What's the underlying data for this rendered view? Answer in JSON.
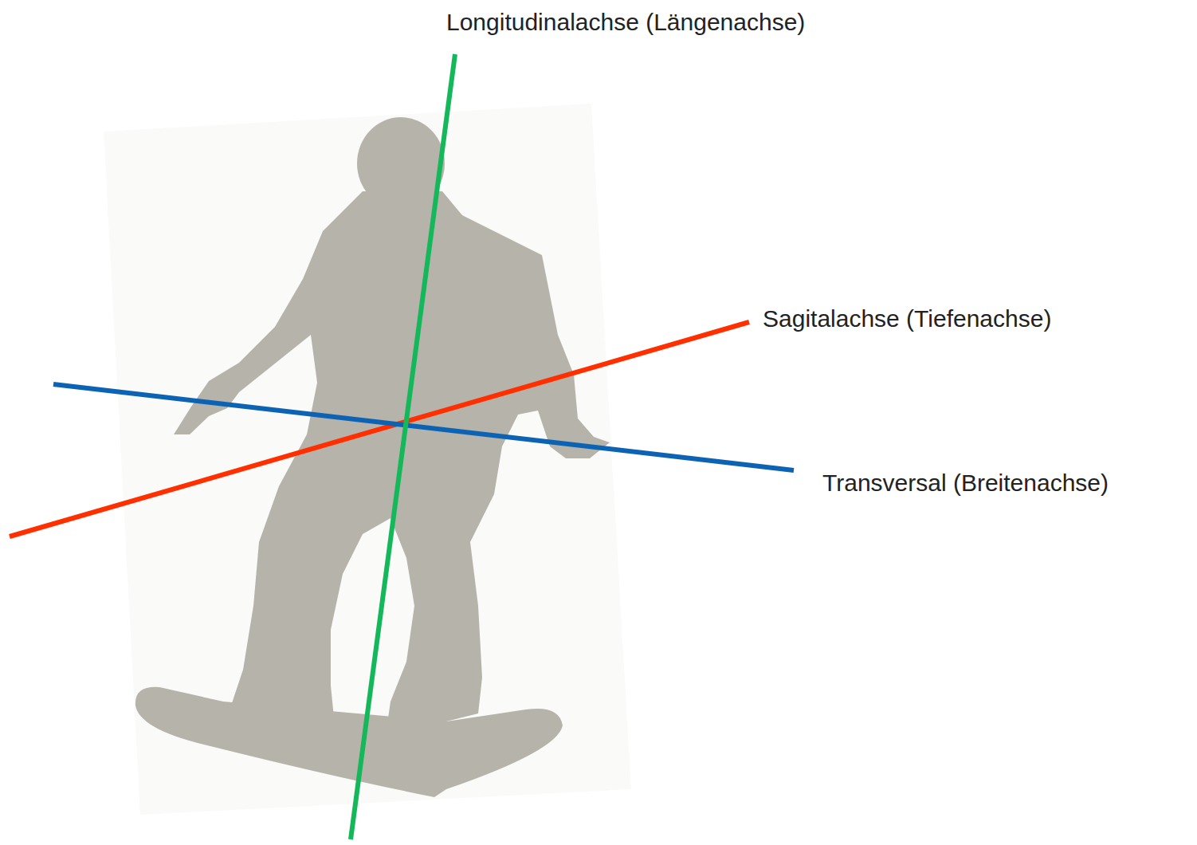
{
  "diagram": {
    "labels": [
      "Longitudinalachse (Längenachse)",
      "Sagitalachse (Tiefenachse)",
      "Transversal (Breitenachse)"
    ]
  }
}
